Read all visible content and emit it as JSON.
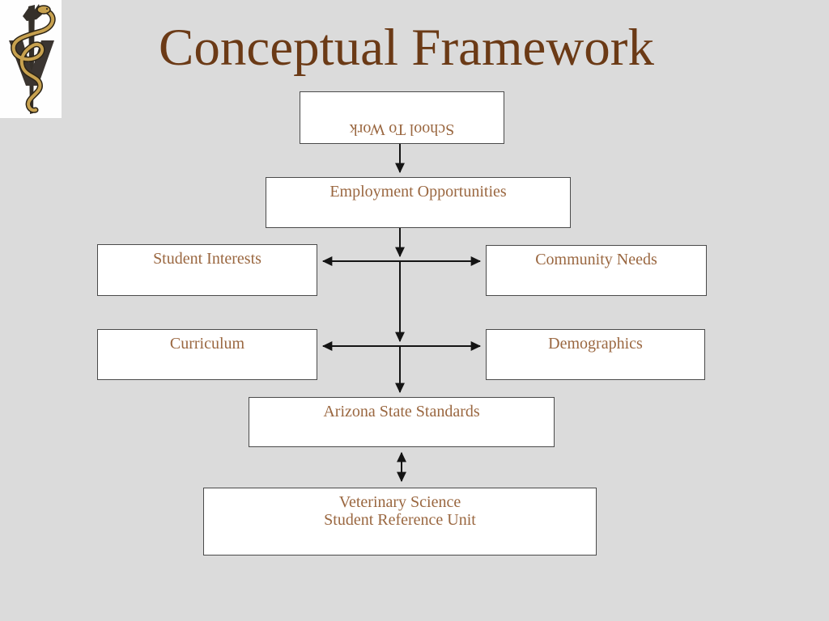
{
  "slide": {
    "title": "Conceptual Framework",
    "background_color": "#DBDBDB",
    "title_color": "#6B3A16"
  },
  "logo": {
    "icon": "veterinary-caduceus-icon",
    "background_color": "#FFFFFF",
    "gold_color": "#C7A14F",
    "metal_color": "#35302A"
  },
  "diagram": {
    "box_fill": "#FFFFFF",
    "box_border_color": "#4A4A4A",
    "box_text_color": "#9A6740",
    "arrow_color": "#141414",
    "nodes": [
      {
        "id": "school-to-work",
        "label": "School To Work"
      },
      {
        "id": "employment-opportunities",
        "label": "Employment Opportunities"
      },
      {
        "id": "student-interests",
        "label": "Student Interests"
      },
      {
        "id": "community-needs",
        "label": "Community Needs"
      },
      {
        "id": "curriculum",
        "label": "Curriculum"
      },
      {
        "id": "demographics",
        "label": "Demographics"
      },
      {
        "id": "arizona-state-standards",
        "label": "Arizona State Standards"
      },
      {
        "id": "veterinary-science-student-reference-unit",
        "lines": [
          "Veterinary Science",
          "Student Reference Unit"
        ]
      }
    ]
  }
}
